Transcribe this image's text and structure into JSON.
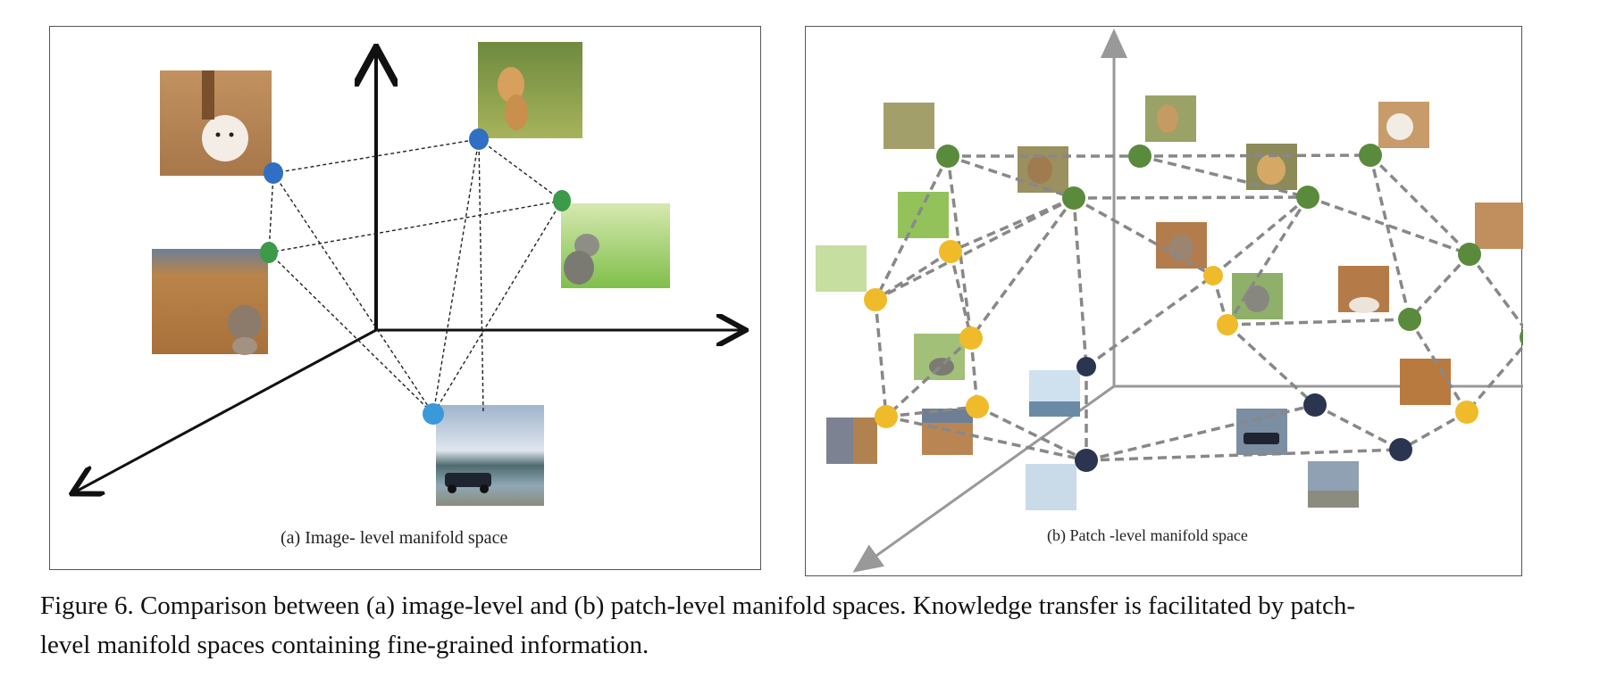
{
  "panel_a": {
    "caption": "(a) Image- level manifold  space",
    "thumbnails": [
      {
        "name": "puppy-white-photo",
        "fill": "#c99a6a"
      },
      {
        "name": "dog-golden-photo",
        "fill": "#8a9a4e"
      },
      {
        "name": "kitten-floor-photo",
        "fill": "#b07a45"
      },
      {
        "name": "kitten-grass-photo",
        "fill": "#9fc65a"
      },
      {
        "name": "car-lake-photo",
        "fill": "#7d8ea8"
      }
    ],
    "colors": {
      "blue": "#2f6fc4",
      "green": "#3c9a48",
      "light_blue": "#3a9ad9"
    }
  },
  "panel_b": {
    "caption": "(b) Patch -level manifold space",
    "colors": {
      "green": "#5a8a3c",
      "yellow": "#f0bb2a",
      "navy": "#2b3550",
      "edge": "#888888",
      "axis": "#999999"
    }
  },
  "figure_caption": {
    "line1": "Figure 6. Comparison between (a) image-level and (b) patch-level manifold spaces. Knowledge transfer is facilitated by patch-",
    "line2": "level manifold spaces containing fine-grained information."
  }
}
